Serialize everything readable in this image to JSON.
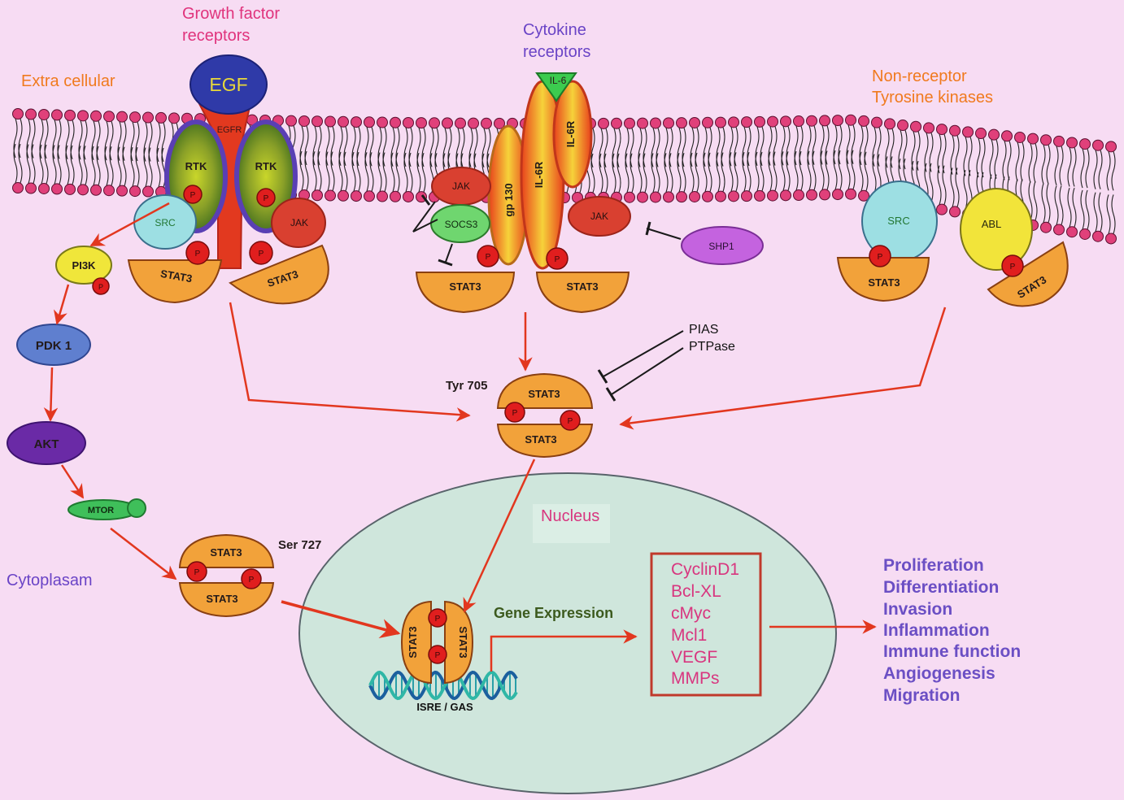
{
  "regions": {
    "extracellular": "Extra cellular",
    "cytoplasm": "Cytoplasam",
    "nucleus": "Nucleus"
  },
  "headers": {
    "growth_factor": [
      "Growth factor",
      "receptors"
    ],
    "cytokine": [
      "Cytokine",
      "receptors"
    ],
    "non_receptor": [
      "Non-receptor",
      "Tyrosine kinases"
    ]
  },
  "growth_factor_complex": {
    "ligand": "EGF",
    "receptor": "EGFR",
    "rtk_left": "RTK",
    "rtk_right": "RTK",
    "src": "SRC",
    "jak": "JAK",
    "stat_left": "STAT3",
    "stat_right": "STAT3",
    "phospho": "P"
  },
  "pi3k_pathway": {
    "pi3k": "PI3K",
    "pdk1": "PDK 1",
    "akt": "AKT",
    "mtor": "MTOR"
  },
  "cytokine_complex": {
    "ligand": "IL-6",
    "receptor_a": "IL-6R",
    "receptor_b": "IL-6R",
    "gp130": "gp 130",
    "jak_left": "JAK",
    "jak_right": "JAK",
    "socs3": "SOCS3",
    "shp1": "SHP1",
    "stat_left": "STAT3",
    "stat_right": "STAT3"
  },
  "nonreceptor_complex": {
    "src": "SRC",
    "abl": "ABL",
    "stat_src": "STAT3",
    "stat_abl": "STAT3"
  },
  "inhibitors": [
    "PIAS",
    "PTPase"
  ],
  "dimer_tyr": {
    "site": "Tyr 705",
    "top": "STAT3",
    "bottom": "STAT3"
  },
  "dimer_ser": {
    "site": "Ser 727",
    "top": "STAT3",
    "bottom": "STAT3"
  },
  "dna": {
    "stat_left": "STAT3",
    "stat_right": "STAT3",
    "element": "ISRE / GAS"
  },
  "gene_expression_label": "Gene Expression",
  "target_genes": [
    "CyclinD1",
    "Bcl-XL",
    "cMyc",
    "Mcl1",
    "VEGF",
    "MMPs"
  ],
  "outcomes": [
    "Proliferation",
    "Differentiation",
    "Invasion",
    "Inflammation",
    "Immune function",
    "Angiogenesis",
    "Migration"
  ]
}
